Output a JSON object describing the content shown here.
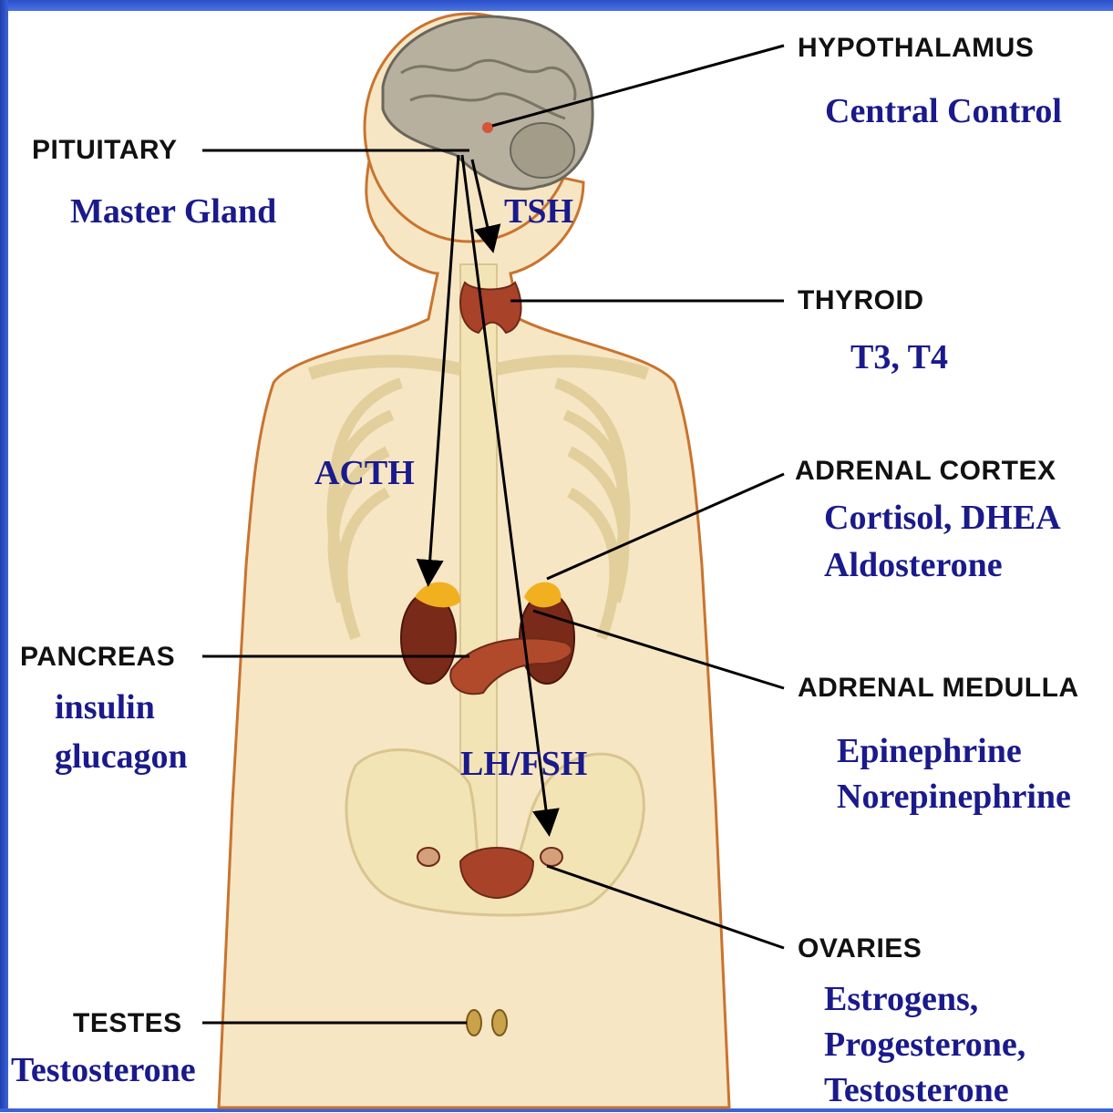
{
  "glands": {
    "hypothalamus": {
      "name": "HYPOTHALAMUS",
      "role": "Central Control"
    },
    "pituitary": {
      "name": "PITUITARY",
      "role": "Master Gland"
    },
    "thyroid": {
      "name": "THYROID",
      "hormones": "T3, T4"
    },
    "adrenal_cortex": {
      "name": "ADRENAL CORTEX",
      "hormones_line1": "Cortisol, DHEA",
      "hormones_line2": "Aldosterone"
    },
    "pancreas": {
      "name": "PANCREAS",
      "hormones_line1": "insulin",
      "hormones_line2": "glucagon"
    },
    "adrenal_medulla": {
      "name": "ADRENAL MEDULLA",
      "hormones_line1": "Epinephrine",
      "hormones_line2": "Norepinephrine"
    },
    "ovaries": {
      "name": "OVARIES",
      "hormones_line1": "Estrogens,",
      "hormones_line2": "Progesterone,",
      "hormones_line3": "Testosterone"
    },
    "testes": {
      "name": "TESTES",
      "hormones": "Testosterone"
    }
  },
  "signals": {
    "tsh": "TSH",
    "acth": "ACTH",
    "lh_fsh": "LH/FSH"
  },
  "colors": {
    "label_text": "#111111",
    "hormone_text": "#1a1a8c",
    "skin": "#f5deb3",
    "skin_outline": "#c9742f",
    "bone": "#f3e4b5",
    "organ": "#8a2c1c",
    "adrenal": "#f0b020",
    "slide_blue": "#2b4fc9"
  }
}
